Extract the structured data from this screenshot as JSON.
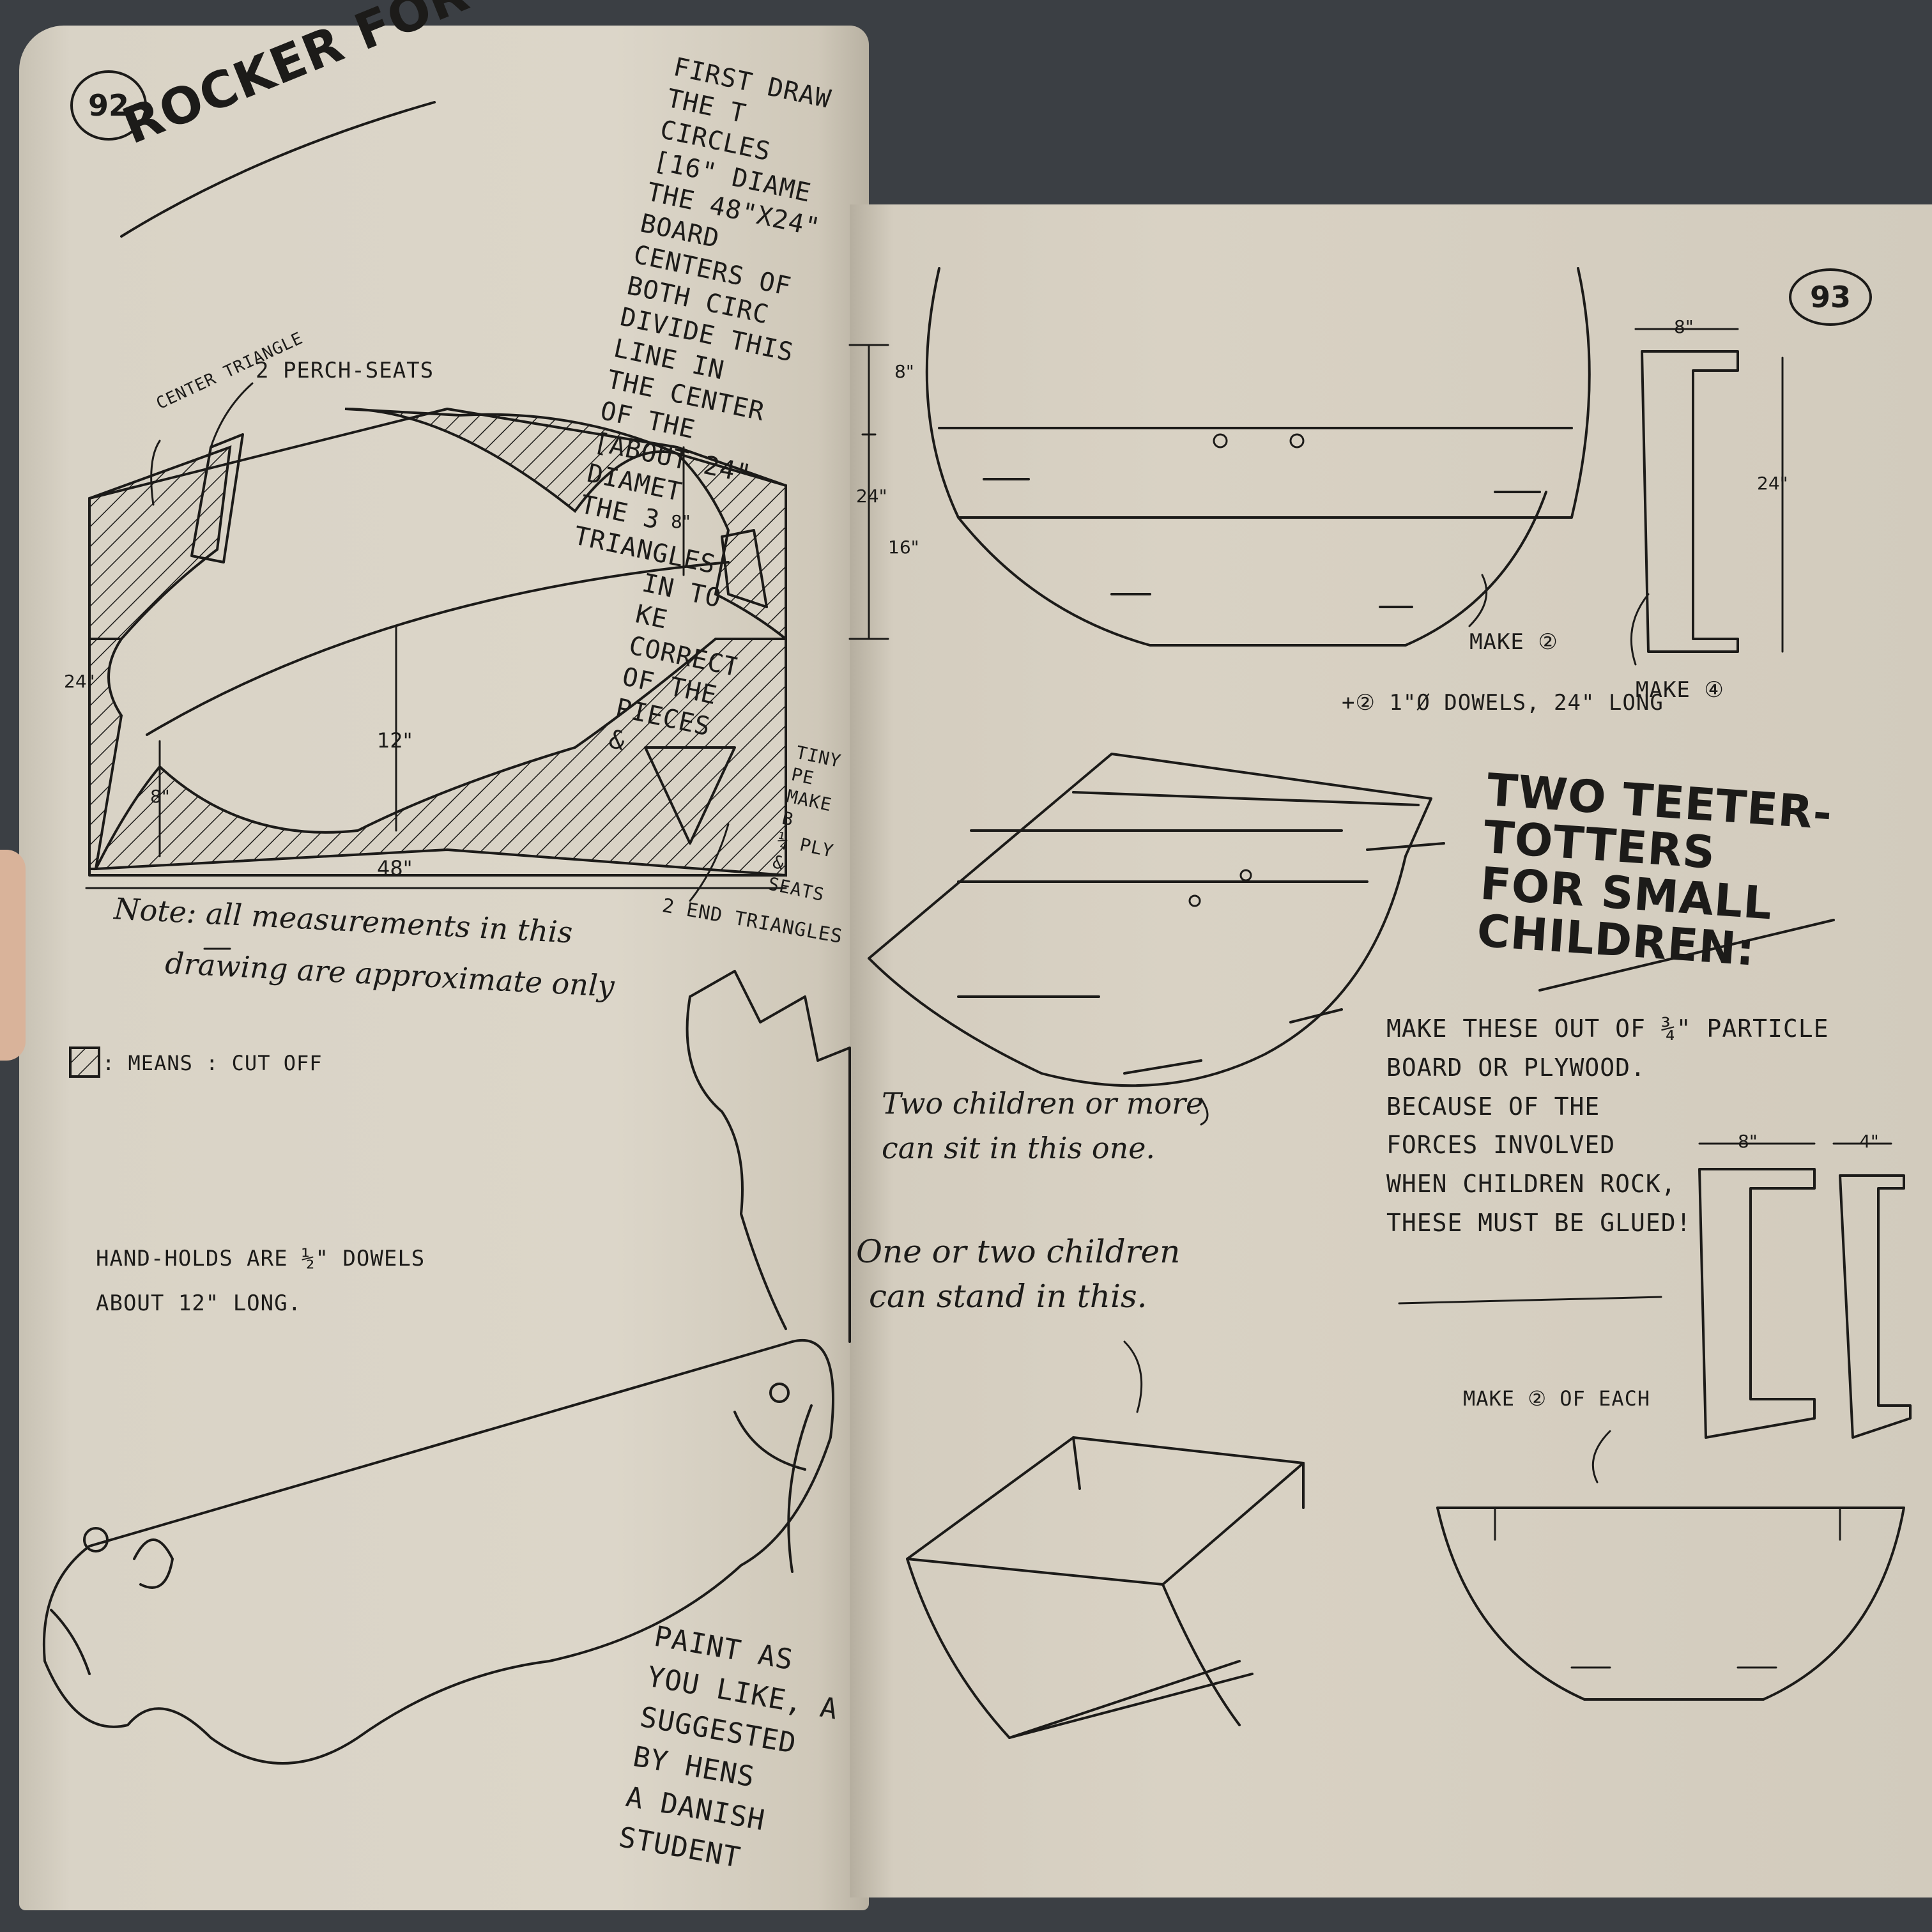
{
  "left_page": {
    "page_number": "92",
    "title": "Rocker for two children:",
    "instructions": [
      "First draw the t",
      "circles [16\" diame",
      "the 48\"x24\" board",
      "centers of both circ",
      "divide this line in",
      "the center of the",
      "[about 24\" diamet",
      "the 3 triangles",
      "in to ke",
      "correct",
      "of the",
      "pieces &"
    ],
    "labels": {
      "center_triangle": "Center triangle",
      "perch_seats": "2 Perch-seats",
      "end_triangles": "2 End triangles",
      "dim_8_top": "8\"",
      "dim_24": "24\"",
      "dim_12": "12\"",
      "dim_8_left": "8\"",
      "dim_48": "48\""
    },
    "note_line1": "Note: all measurements in this",
    "note_line2": "drawing are approximate only",
    "legend_text": ": means : cut off",
    "hand_holds_line1": "Hand-holds are ½\" dowels",
    "hand_holds_line2": "about 12\" long.",
    "tiny_note": [
      "Tiny pe",
      "make b",
      "¼ ply",
      "& seats"
    ],
    "paint_note": [
      "Paint as you like, a",
      "suggested by Hens",
      "a Danish student"
    ]
  },
  "right_page": {
    "page_number": "93",
    "dims": {
      "d8": "8\"",
      "d24": "24\"",
      "d16": "16\"",
      "side_8": "8\"",
      "side_24": "24\"",
      "lower_8": "8\"",
      "lower_4": "4\""
    },
    "make_2": "Make ②",
    "make_4": "Make ④",
    "dowels": "+② 1\"ø dowels, 24\" long",
    "two_children_line1": "Two children or more",
    "two_children_line2": "can sit in this one.",
    "one_two_line1": "One or two children",
    "one_two_line2": "can stand in this.",
    "teeter_title": [
      "Two teeter-totters",
      "for small",
      "children:"
    ],
    "make_these": [
      "Make these out of ¾\" particle",
      "board or plywood.",
      "Because of the",
      "forces involved",
      "when children rock,",
      "these must be glued!"
    ],
    "make_each": "Make ② of each"
  }
}
